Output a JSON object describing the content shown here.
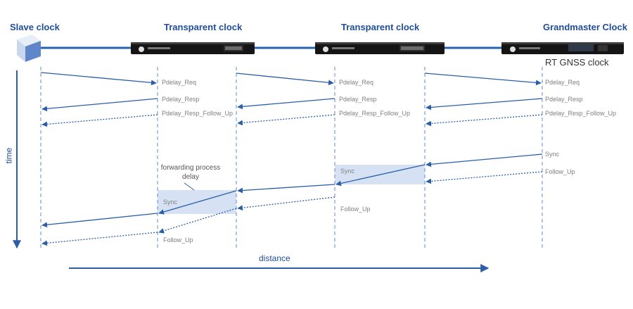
{
  "devices": {
    "slave": "Slave clock",
    "tc1": "Transparent clock",
    "tc2": "Transparent clock",
    "gm": "Grandmaster Clock",
    "gm_sub": "RT GNSS clock"
  },
  "axes": {
    "time": "time",
    "distance": "distance"
  },
  "messages": {
    "pdelay_req": "Pdelay_Req",
    "pdelay_resp": "Pdelay_Resp",
    "pdelay_resp_follow_up": "Pdelay_Resp_Follow_Up",
    "sync": "Sync",
    "follow_up": "Follow_Up"
  },
  "notes": {
    "forwarding": "forwarding process delay"
  },
  "colors": {
    "line": "#2a5ea8",
    "dashed": "#5b8bd0",
    "highlight": "#d6e2f4",
    "label": "#1f4e9a",
    "cable": "#2b62b0"
  }
}
